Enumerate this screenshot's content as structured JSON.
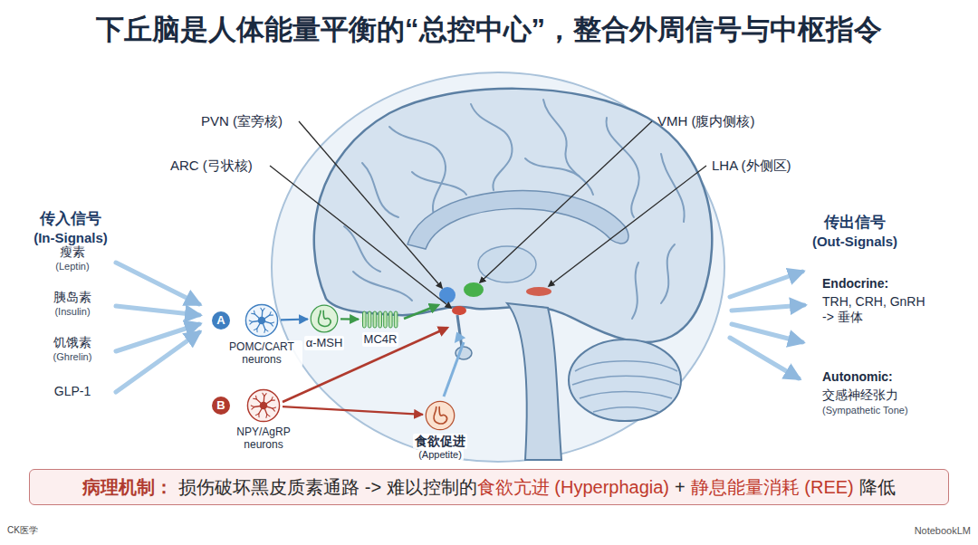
{
  "diagram": {
    "title": "下丘脑是人体能量平衡的“总控中心”，整合外周信号与中枢指令",
    "nodes": [
      {
        "text": [
          "A"
        ]
      },
      {
        "text": [
          "POMC/CART neurons"
        ]
      },
      {
        "text": [
          "α-MSH"
        ]
      },
      {
        "text": [
          "MC4R"
        ]
      },
      {
        "text": [
          "B"
        ]
      },
      {
        "text": [
          "NPY/AgRP neurons"
        ]
      },
      {
        "text": [
          "食欲促进",
          "(Appetite)"
        ]
      },
      {
        "text": [
          "病理机制：",
          "损伤破坏黑皮质素通路 -> 难以控制的",
          "食欲亢进 (Hyperphagia)",
          "+",
          "静息能量消耗 (REE)",
          "降低"
        ]
      }
    ],
    "edges": [
      {
        "from": 1,
        "to": 2,
        "arrow": "to"
      },
      {
        "from": 2,
        "to": 3,
        "arrow": "to"
      },
      {
        "from": 5,
        "to": 6,
        "arrow": "to"
      }
    ],
    "labels": [
      "PVN (室旁核)",
      "ARC (弓状核)",
      "VMH (腹内侧核)",
      "LHA (外侧区)",
      "传入信号",
      "(In-Signals)",
      "瘦素",
      "(Leptin)",
      "胰岛素",
      "(Insulin)",
      "饥饿素",
      "(Ghrelin)",
      "GLP-1",
      "传出信号",
      "(Out-Signals)",
      "Endocrine:",
      "TRH, CRH, GnRH -> 垂体",
      "Autonomic:",
      "交感神经张力",
      "(Sympathetic Tone)",
      "CK医学",
      "NotebookLM"
    ]
  }
}
